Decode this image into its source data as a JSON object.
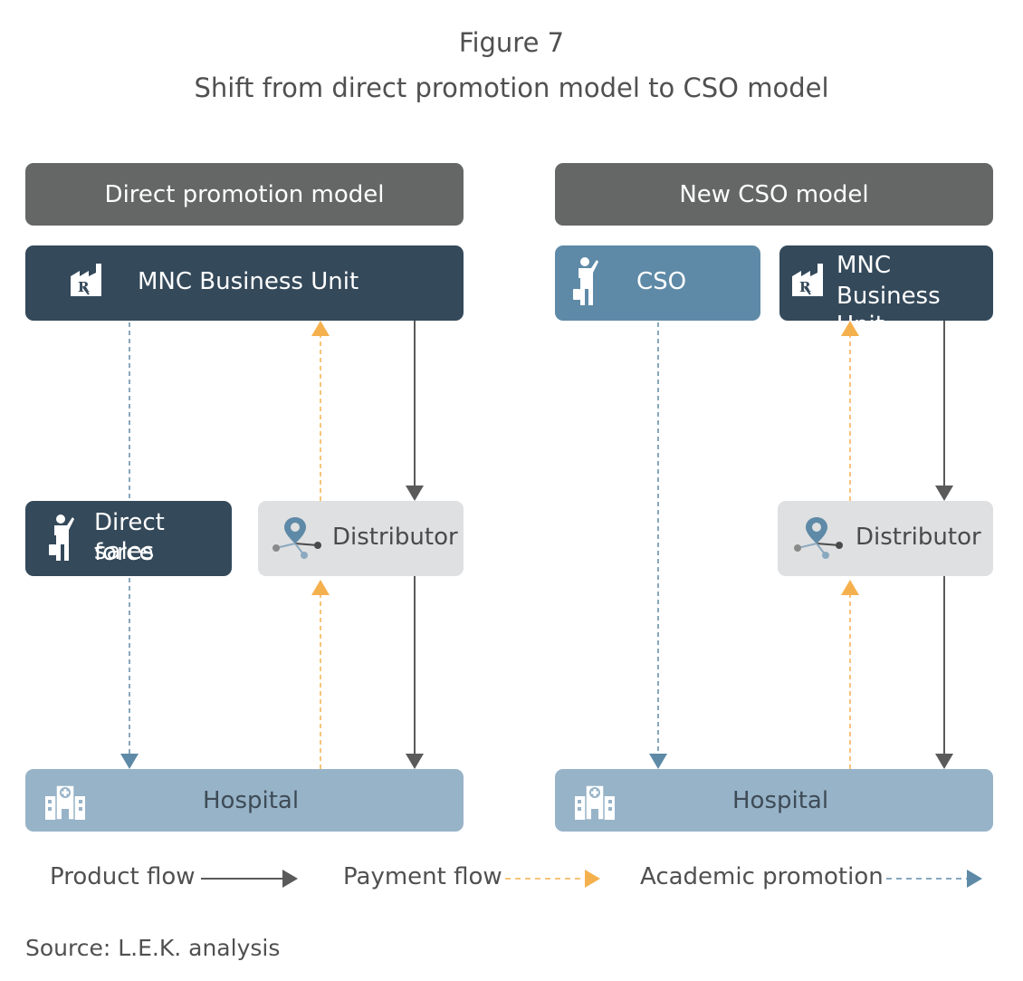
{
  "figure": {
    "label": "Figure 7",
    "title": "Shift from direct promotion model to CSO model"
  },
  "left_model": {
    "header": "Direct promotion model",
    "mnc": "MNC Business Unit",
    "sales_force": [
      "Direct sales",
      "force"
    ],
    "distributor": "Distributor",
    "hospital": "Hospital"
  },
  "right_model": {
    "header": "New CSO model",
    "cso": "CSO",
    "mnc": [
      "MNC",
      "Business Unit"
    ],
    "distributor": "Distributor",
    "hospital": "Hospital"
  },
  "legend": {
    "product_flow": "Product flow",
    "payment_flow": "Payment flow",
    "academic_promotion": "Academic promotion"
  },
  "source": "Source: L.E.K. analysis",
  "colors": {
    "header": "#656767",
    "navy": "#34495a",
    "steel": "#5e8aa7",
    "light_grey": "#dfe0e1",
    "hospital": "#97b3c8",
    "product_flow": "#5a5a5a",
    "payment_flow": "#f5b04e",
    "academic_promotion": "#5e8aa7"
  },
  "icons": [
    "factory-rx-icon",
    "salesperson-icon",
    "map-pin-network-icon",
    "hospital-icon"
  ]
}
